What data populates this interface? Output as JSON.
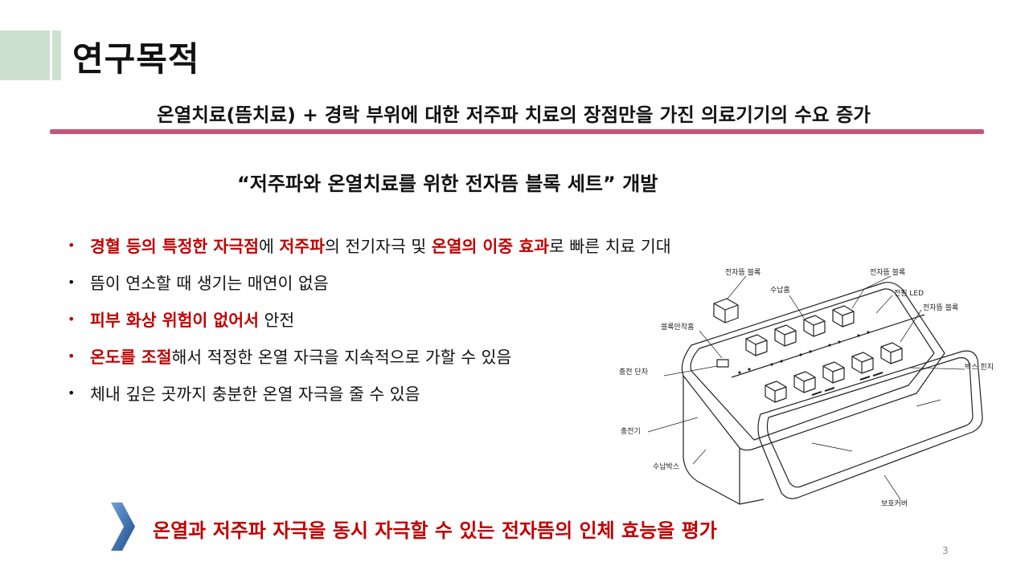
{
  "slide": {
    "title": "연구목적",
    "subtitle": "온열치료(뜸치료) + 경락 부위에 대한 저주파 치료의 장점만을 가진 의료기기의 수요 증가",
    "project": "“저주파와 온열치료를 위한 전자뜸 블록 세트” 개발",
    "bullets": [
      {
        "h1": "경혈 등의 특정한 자극점",
        "t1": "에 ",
        "h2": "저주파",
        "t2": "의 전기자극 및 ",
        "h3": "온열의 이중 효과",
        "t3": "로 빠른 치료 기대"
      },
      {
        "t1": "뜸이 연소할 때 생기는 매연이 없음"
      },
      {
        "h1": "피부 화상 위험이 없어서",
        "t1": " 안전"
      },
      {
        "h1": "온도를 조절",
        "t1": "해서 적정한 온열 자극을 지속적으로 가할 수 있음"
      },
      {
        "t1": "체내 깊은 곳까지 충분한 온열 자극을 줄 수 있음"
      }
    ],
    "conclusion": "온열과 저주파 자극을 동시 자극할 수 있는 전자뜸의 인체 효능을 평가",
    "page_number": "3"
  },
  "diagram": {
    "labels": {
      "block_left": "전자뜸 블록",
      "block_top_right": "전자뜸 블록",
      "storage_slot": "수납홈",
      "power_led": "전원 LED",
      "block_right": "전자뜸 블록",
      "block_seat": "블록안착홈",
      "charge_terminal": "충전 단자",
      "box_hinge": "박스 힌지",
      "charger": "충전기",
      "storage_box": "수납박스",
      "protective_cover": "보호커버"
    }
  },
  "colors": {
    "accent_rule": "#c2557a",
    "highlight_red": "#c00000",
    "deco_green": "#cde0cf",
    "chevron_blue": "#2f5f9b"
  }
}
